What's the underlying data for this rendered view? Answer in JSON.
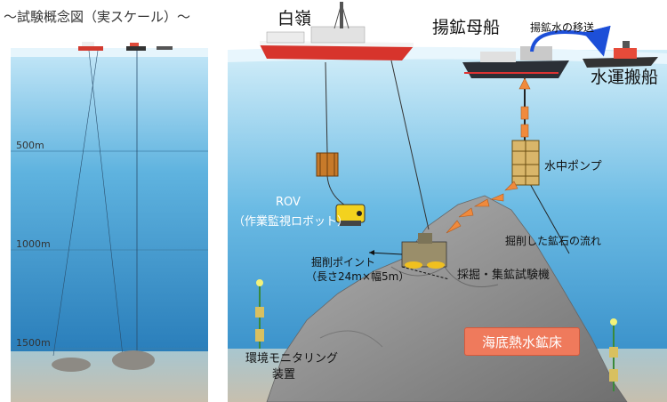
{
  "left_panel": {
    "title": "～試験概念図（実スケール）～",
    "depth_marks": [
      "500m",
      "1000m",
      "1500m"
    ]
  },
  "right_panel": {
    "ship_hakurei": "白嶺",
    "ship_mother": "揚鉱母船",
    "transfer_label": "揚鉱水の移送",
    "ship_transport": "水運搬船",
    "pump_label": "水中ポンプ",
    "rov_label_1": "ROV",
    "rov_label_2": "（作業監視ロボット）",
    "ore_flow_label": "掘削した鉱石の流れ",
    "point_label_1": "掘削ポイント",
    "point_label_2": "（長さ24m×幅5m）",
    "machine_label": "採掘・集鉱試験機",
    "monitor_label_1": "環境モニタリング",
    "monitor_label_2": "装置",
    "deposit_badge": "海底熱水鉱床"
  },
  "colors": {
    "sea_top": "#bfe4f6",
    "sea_bottom": "#1f7fc0",
    "seafloor": "#b9b1a0",
    "mound": "#8e8e8e",
    "flow_arrow": "#f08a3c",
    "transfer_arrow": "#1d4fd8",
    "badge": "#ef7a5c"
  },
  "icons": [
    "ship-icon",
    "rov-icon",
    "pump-icon",
    "mining-machine-icon",
    "monitoring-buoy-icon",
    "transfer-arrow-icon"
  ]
}
